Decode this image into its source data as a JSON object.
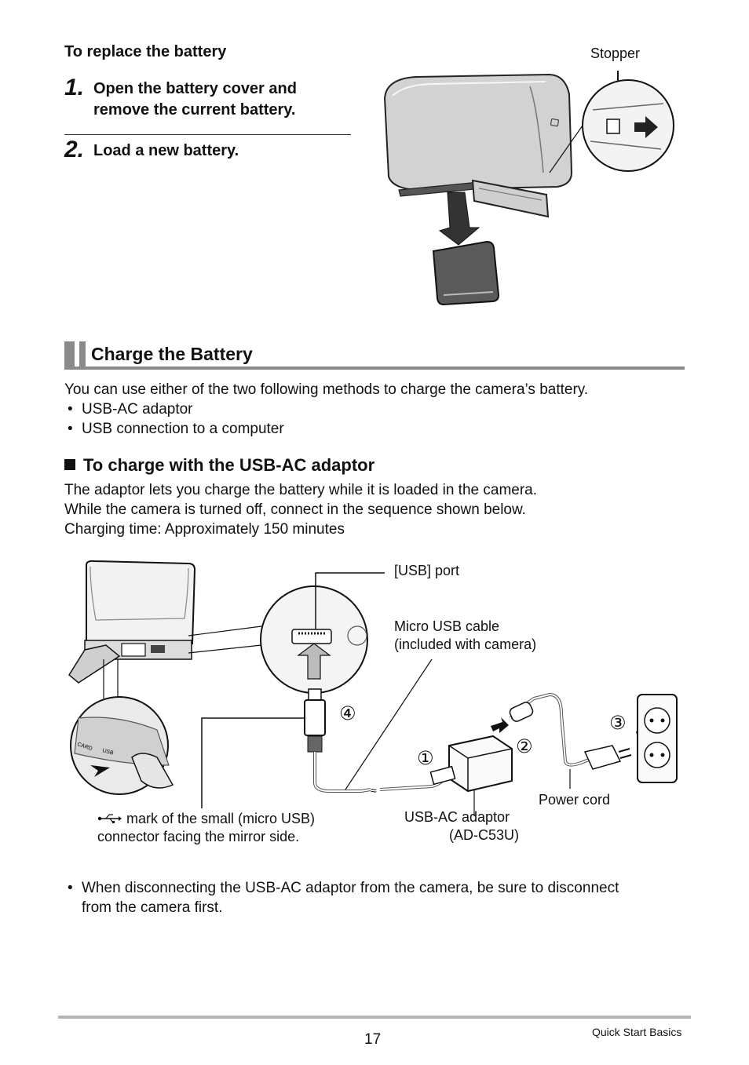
{
  "replace": {
    "heading": "To replace the battery",
    "steps": [
      {
        "num": "1.",
        "line1": "Open the battery cover and",
        "line2": "remove the current battery."
      },
      {
        "num": "2.",
        "line1": "Load a new battery."
      }
    ],
    "figure_label": "Stopper"
  },
  "charge": {
    "section_title": "Charge the Battery",
    "intro": "You can use either of the two following methods to charge the camera’s battery.",
    "methods": [
      "USB-AC adaptor",
      "USB connection to a computer"
    ],
    "bullet_symbol": "•",
    "subhead": "To charge with the USB-AC adaptor",
    "para_lines": [
      "The adaptor lets you charge the battery while it is loaded in the camera.",
      "While the camera is turned off, connect in the sequence shown below.",
      "Charging time: Approximately 150 minutes"
    ]
  },
  "diagram": {
    "usb_port": "[USB] port",
    "cable_line1": "Micro USB cable",
    "cable_line2": "(included with camera)",
    "mark_line1": " mark of the small (micro USB)",
    "mark_line2": "connector facing the mirror side.",
    "adaptor_line1": "USB-AC adaptor",
    "adaptor_line2": "(AD-C53U)",
    "power_cord": "Power cord",
    "circled": [
      "①",
      "②",
      "③",
      "④"
    ],
    "camera_labels": [
      "CARD",
      "USB"
    ]
  },
  "note": {
    "line1": "When disconnecting the USB-AC adaptor from the camera, be sure to disconnect",
    "line2": "from the camera first."
  },
  "footer": {
    "page_number": "17",
    "section": "Quick Start Basics"
  }
}
